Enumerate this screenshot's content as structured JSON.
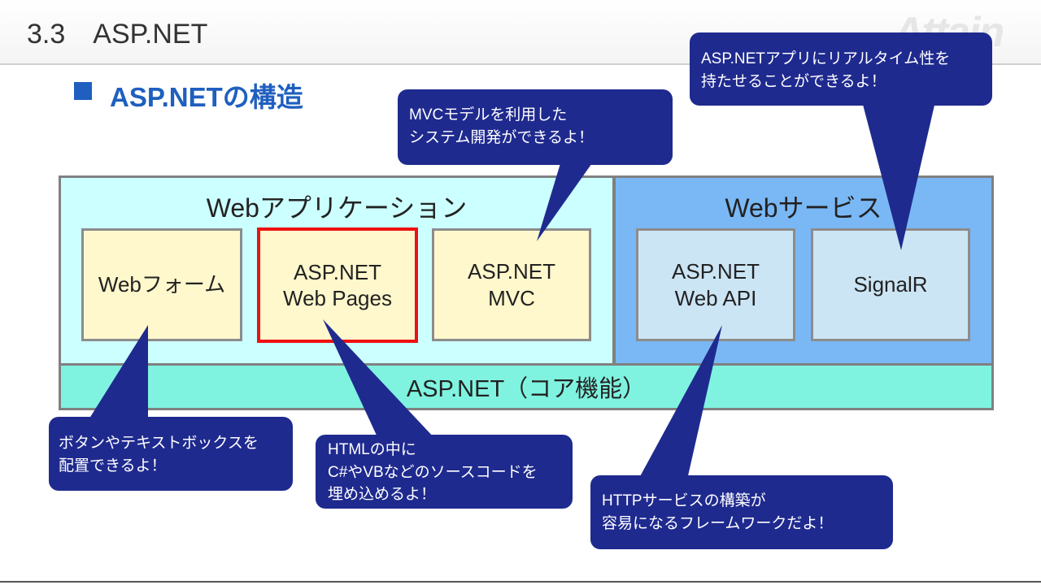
{
  "slide": {
    "title": "3.3　ASP.NET",
    "logo": "Attain"
  },
  "section": {
    "title": "ASP.NETの構造"
  },
  "diagram": {
    "web_app": {
      "title": "Webアプリケーション",
      "boxes": [
        "Webフォーム",
        "ASP.NET\nWeb Pages",
        "ASP.NET\nMVC"
      ]
    },
    "web_service": {
      "title": "Webサービス",
      "boxes": [
        "ASP.NET\nWeb API",
        "SignalR"
      ]
    },
    "core": "ASP.NET（コア機能）"
  },
  "callouts": {
    "mvc": "MVCモデルを利用した\nシステム開発ができるよ！",
    "signalr": "ASP.NETアプリにリアルタイム性を\n持たせることができるよ！",
    "webforms": "ボタンやテキストボックスを\n配置できるよ！",
    "webpages": "HTMLの中に\nC#やVBなどのソースコードを\n埋め込めるよ！",
    "webapi": "HTTPサービスの構築が\n容易になるフレームワークだよ！"
  },
  "colors": {
    "accent": "#1f5fbf",
    "callout": "#1f2a8f",
    "highlight": "#ee1111",
    "web_app_bg": "#ccffff",
    "web_service_bg": "#7ab8f5",
    "core_bg": "#7ff3e0"
  }
}
